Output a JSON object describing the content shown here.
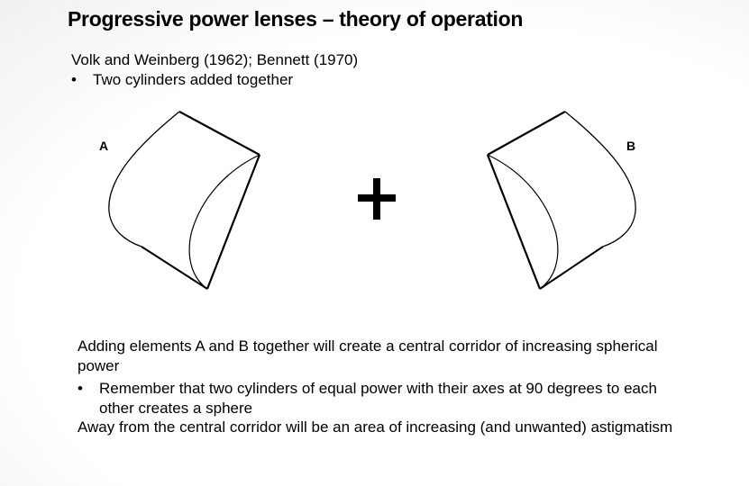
{
  "slide": {
    "title": "Progressive power lenses – theory of operation",
    "subtitle": "Volk and Weinberg (1962); Bennett (1970)",
    "top_bullet": "Two cylinders added together",
    "bullet_char": "•",
    "label_a": "A",
    "label_b": "B",
    "plus": "+",
    "paragraph_1": "Adding elements A and B together will create a central corridor of increasing spherical power",
    "bullet_2": "Remember that two cylinders of equal power with their axes at 90 degrees to each other creates a sphere",
    "paragraph_2": "Away from the central corridor will be an area of increasing (and unwanted) astigmatism"
  }
}
